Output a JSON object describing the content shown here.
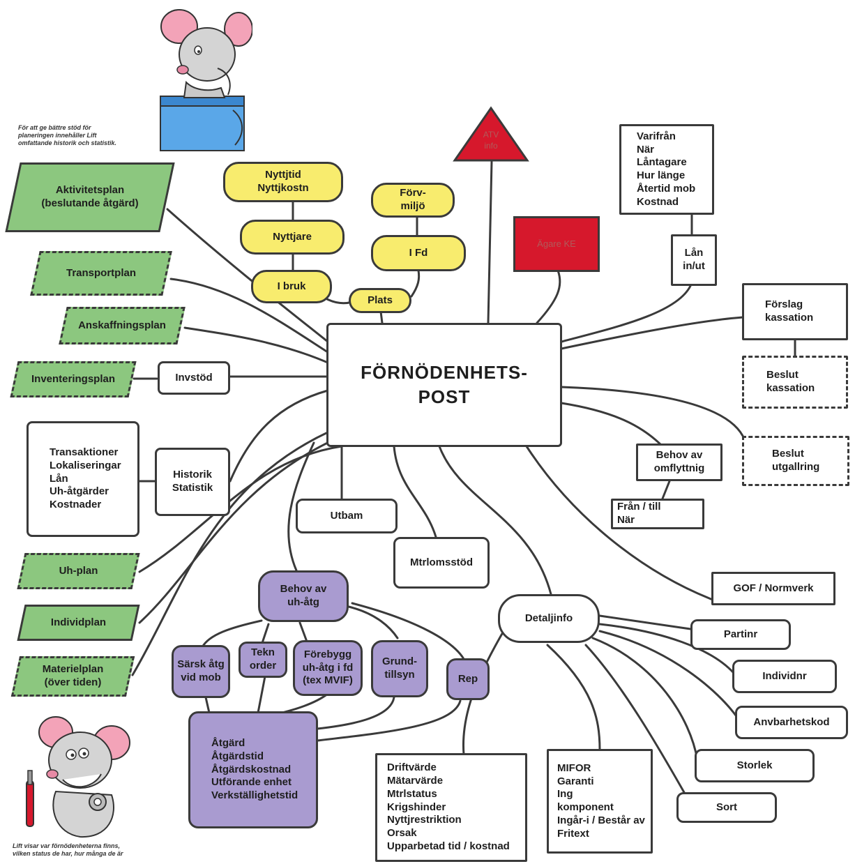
{
  "center": {
    "line1": "FÖRNÖDENHETS-",
    "line2": "POST"
  },
  "captions": {
    "top": [
      "För att ge bättre stöd för",
      "planeringen innehåller Lift",
      "omfattande historik och statistik."
    ],
    "bottom": [
      "Lift visar var förnödenheterna finns,",
      "vilken status de har, hur många de är"
    ]
  },
  "left_plans": {
    "aktivitetsplan": [
      "Aktivitetsplan",
      "(beslutande åtgärd)"
    ],
    "transportplan": "Transportplan",
    "anskaffningsplan": "Anskaffningsplan",
    "inventeringsplan": "Inventeringsplan",
    "invstod": "Invstöd",
    "history_list": [
      "Transaktioner",
      "Lokaliseringar",
      "Lån",
      "Uh-åtgärder",
      "Kostnader"
    ],
    "historik": [
      "Historik",
      "Statistik"
    ],
    "uh_plan": "Uh-plan",
    "individplan": "Individplan",
    "materielplan": [
      "Materielplan",
      "(över tiden)"
    ]
  },
  "yellow": {
    "nyttjtid": [
      "Nyttjtid",
      "Nyttjkostn"
    ],
    "nyttjare": "Nyttjare",
    "ibruk": "I bruk",
    "plats": "Plats",
    "forvmiljo": [
      "Förv-",
      "miljö"
    ],
    "ifd": "I Fd"
  },
  "red": {
    "triangle": [
      "ATV",
      "info"
    ],
    "agare": "Ägare KE"
  },
  "right": {
    "loan_list": [
      "Varifrån",
      "När",
      "Låntagare",
      "Hur länge",
      "Återtid mob",
      "Kostnad"
    ],
    "lan_inut": [
      "Lån",
      "in/ut"
    ],
    "forslag": [
      "Förslag",
      "kassation"
    ],
    "beslut_kassation": [
      "Beslut",
      "kassation"
    ],
    "beslut_utgallring": [
      "Beslut",
      "utgallring"
    ],
    "behov_omflyttning": [
      "Behov av",
      "omflyttnig"
    ],
    "fran_till": [
      "Från / till",
      "När"
    ]
  },
  "middle": {
    "utbam": "Utbam",
    "mtrlomsstod": "Mtrlomsstöd",
    "gof": "GOF / Normverk",
    "detaljinfo": "Detaljinfo",
    "partinr": "Partinr",
    "individnr": "Individnr",
    "anvbarhetskod": "Anvbarhetskod",
    "storlek": "Storlek",
    "sort": "Sort"
  },
  "purple": {
    "behov_uh": [
      "Behov av",
      "uh-åtg"
    ],
    "sarsk": [
      "Särsk åtg",
      "vid mob"
    ],
    "tekn": [
      "Tekn",
      "order"
    ],
    "forebygg": [
      "Förebygg",
      "uh-åtg i fd",
      "(tex MVIF)"
    ],
    "grund": [
      "Grund-",
      "tillsyn"
    ],
    "rep": "Rep",
    "atgard_list": [
      "Åtgärd",
      "Åtgärdstid",
      "Åtgärdskostnad",
      "Utförande enhet",
      "Verkställighetstid"
    ]
  },
  "bottom_lists": {
    "drift": [
      "Driftvärde",
      "Mätarvärde",
      "Mtrlstatus",
      "Krigshinder",
      "Nyttjrestriktion",
      "Orsak",
      "Upparbetad tid / kostnad"
    ],
    "mifor": [
      "MIFOR",
      "Garanti",
      "Ing",
      "komponent",
      "Ingår-i / Består av",
      "Fritext"
    ]
  },
  "colors": {
    "green": "#8cc77f",
    "yellow": "#f8ec6e",
    "purple": "#a99bd0",
    "red": "#d6182c",
    "stroke": "#3a3a3a"
  },
  "icons": [
    "thinking-mouse-illustration",
    "cheerful-mouse-mechanic-illustration"
  ]
}
